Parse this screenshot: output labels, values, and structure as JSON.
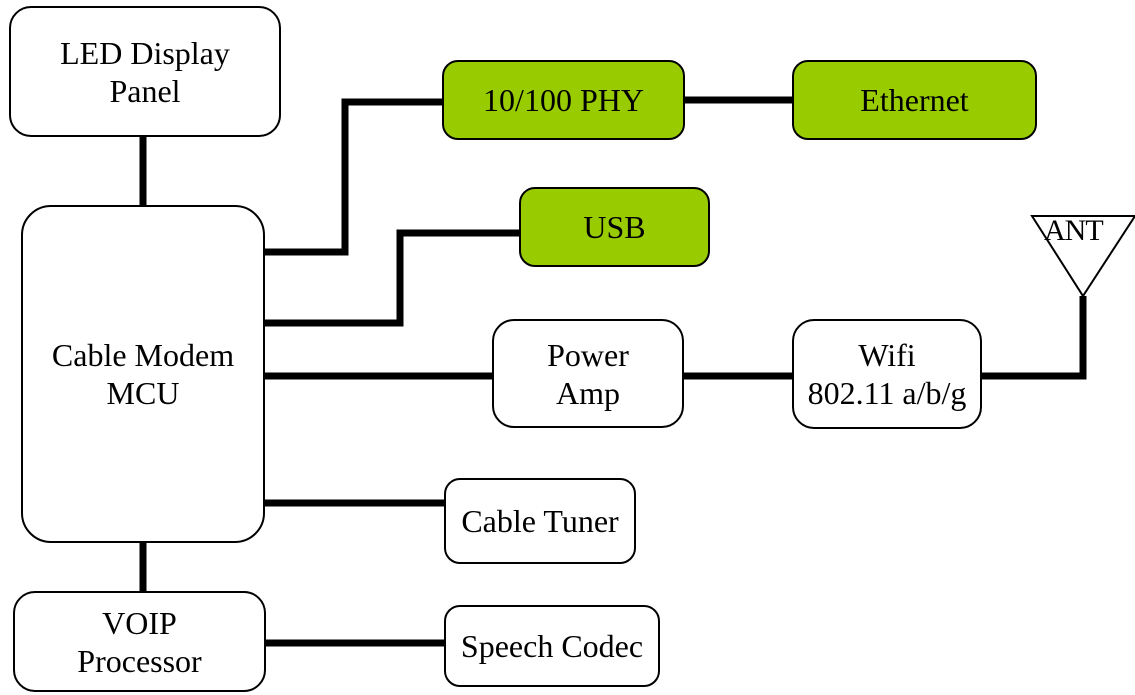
{
  "colors": {
    "highlight": "#99cc00",
    "line": "#000000",
    "box": "#ffffff"
  },
  "blocks": {
    "led_display": [
      "LED Display",
      "Panel"
    ],
    "mcu": [
      "Cable Modem",
      "MCU"
    ],
    "voip": [
      "VOIP",
      "Processor"
    ],
    "phy": [
      "10/100 PHY"
    ],
    "ethernet": [
      "Ethernet"
    ],
    "usb": [
      "USB"
    ],
    "power_amp": [
      "Power",
      "Amp"
    ],
    "wifi": [
      "Wifi",
      "802.11 a/b/g"
    ],
    "cable_tuner": [
      "Cable Tuner"
    ],
    "speech_codec": [
      "Speech Codec"
    ]
  },
  "antenna": {
    "label": "ANT"
  }
}
